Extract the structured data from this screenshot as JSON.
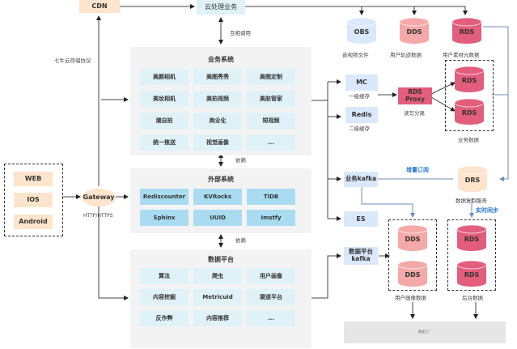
{
  "top": {
    "cdn": "CDN",
    "cloud_service": "云处理业务",
    "mutual_call": "互相调用",
    "qiniu_protocol": "七牛云存储协议"
  },
  "clients": {
    "items": [
      "WEB",
      "IOS",
      "Android"
    ],
    "gateway": "Gateway",
    "gateway_protocol": "HTTP/HTTPS"
  },
  "business_system": {
    "title": "业务系统",
    "items": [
      "美颜相机",
      "美图秀秀",
      "美图定制",
      "美妆相机",
      "美拍视频",
      "美肤管家",
      "潮自拍",
      "商业化",
      "短视频",
      "统一推送",
      "视觉画像",
      "..."
    ]
  },
  "depends_1": "依赖",
  "external_system": {
    "title": "外部系统",
    "items": [
      "Rediscounter",
      "KVRocks",
      "TiDB",
      "Sphinx",
      "UUID",
      "Imstfy"
    ]
  },
  "depends_2": "依赖",
  "data_platform": {
    "title": "数据平台",
    "items": [
      "算法",
      "爬虫",
      "用户画像",
      "内容挖掘",
      "Metricuid",
      "渠道平台",
      "反作弊",
      "内容推荐",
      "..."
    ]
  },
  "storage_top": [
    {
      "name": "OBS",
      "caption": "音视频文件",
      "color": "#dae8fc"
    },
    {
      "name": "DDS",
      "caption": "用户轨迹数据",
      "color": "#f4a9a8"
    },
    {
      "name": "RDS",
      "caption": "用户素材元数据",
      "color": "#e35d7d"
    }
  ],
  "cache": {
    "mc": "MC",
    "mc_caption": "一级缓存",
    "redis": "Redis",
    "redis_caption": "二级缓存",
    "rds_proxy": "RDS\nProxy",
    "rds_proxy_line1": "RDS",
    "rds_proxy_line2": "Proxy",
    "proxy_caption": "读写分离"
  },
  "business_data": {
    "items": [
      "RDS",
      "RDS"
    ],
    "caption": "业务数据"
  },
  "kafka": {
    "business_kafka": "业务kafka",
    "incremental_sub": "增量订阅",
    "drs": "DRS",
    "drs_caption": "数据复制服务",
    "realtime_sync": "实时同步",
    "es": "ES",
    "data_kafka_line1": "数据平台",
    "data_kafka_line2": "kafka"
  },
  "user_profile_data": {
    "items": [
      "DDS",
      "DDS"
    ],
    "caption": "用户画像数据"
  },
  "backend_data": {
    "items": [
      "RDS",
      "RDS"
    ],
    "caption": "后台数据"
  },
  "data_factory": "数据工厂",
  "colors": {
    "cdn": "#fde4cc",
    "light_cyan": "#dff2f7",
    "mid_blue": "#a9dcf0",
    "pale_blue": "#dae8fc",
    "rds_pink": "#e35d7d",
    "dds_pink": "#f4a9a8",
    "drs_orange": "#fde4cc",
    "sync_blue": "#6c8ebf",
    "label_blue": "#2a7ad5"
  }
}
